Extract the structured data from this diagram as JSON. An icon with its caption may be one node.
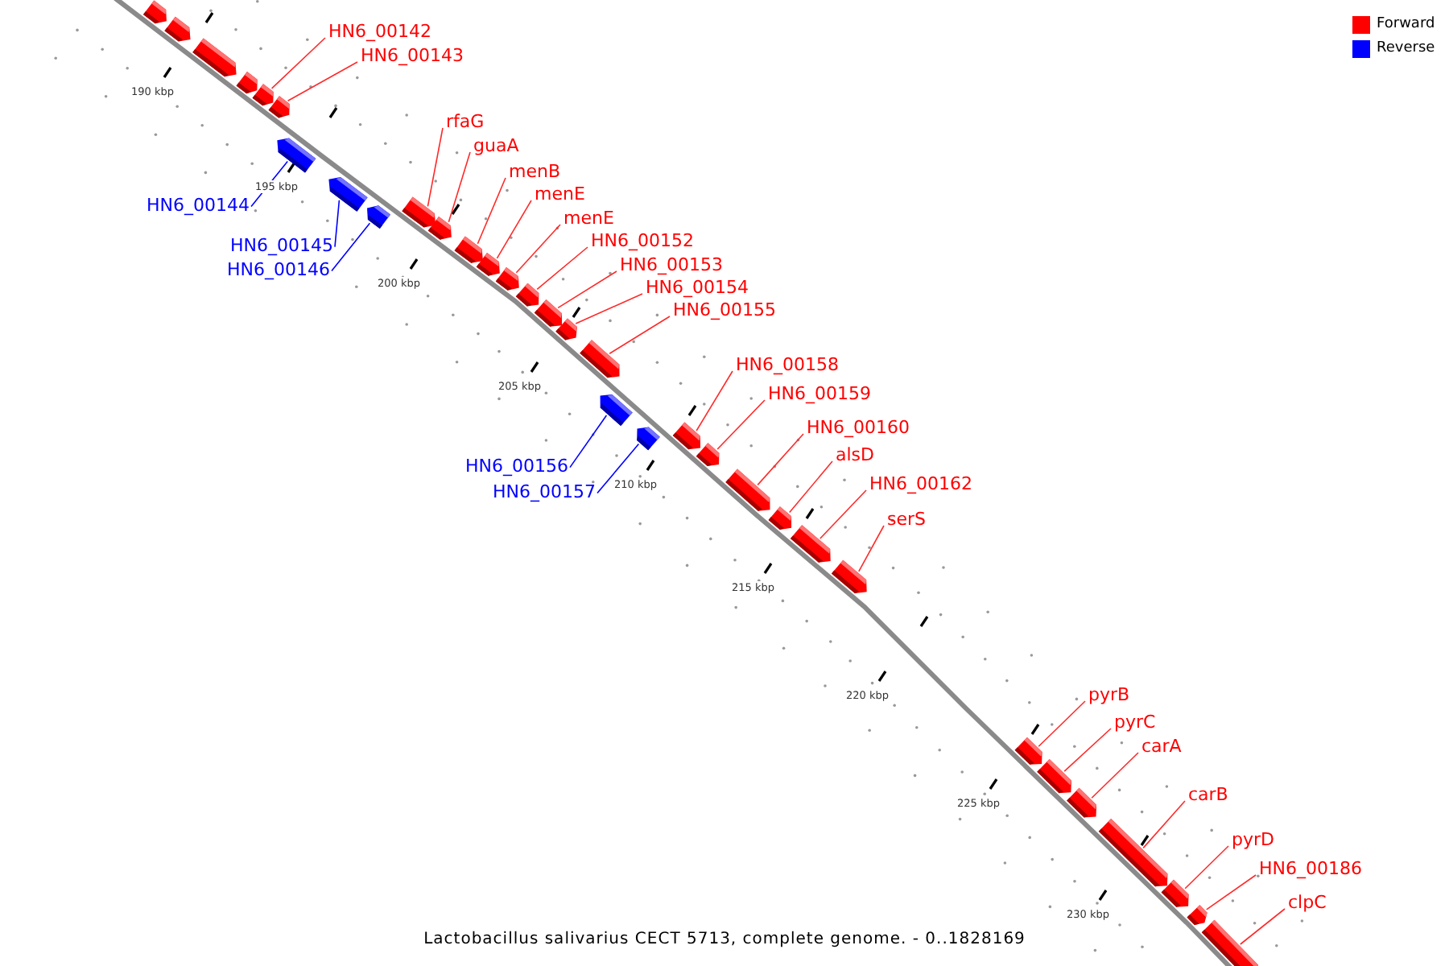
{
  "diagram": {
    "caption": "Lactobacillus salivarius CECT 5713, complete genome. - 0..1828169",
    "nodes": [
      {
        "text": [],
        "shape": "arrow"
      },
      {
        "text": [],
        "shape": "arrow"
      },
      {
        "text": [],
        "shape": "arrow"
      },
      {
        "text": [],
        "shape": "arrow"
      },
      {
        "text": [
          "HN6_00142"
        ]
      },
      {
        "text": [],
        "shape": "arrow"
      },
      {
        "text": [
          "HN6_00143"
        ]
      },
      {
        "text": [],
        "shape": "arrow"
      },
      {
        "text": [
          "HN6_00144"
        ]
      },
      {
        "text": [],
        "shape": "arrow"
      },
      {
        "text": [
          "HN6_00145"
        ]
      },
      {
        "text": [],
        "shape": "arrow"
      },
      {
        "text": [
          "HN6_00146"
        ]
      },
      {
        "text": [],
        "shape": "arrow"
      },
      {
        "text": [
          "rfaG"
        ]
      },
      {
        "text": [],
        "shape": "arrow"
      },
      {
        "text": [
          "guaA"
        ]
      },
      {
        "text": [],
        "shape": "arrow"
      },
      {
        "text": [
          "menB"
        ]
      },
      {
        "text": [],
        "shape": "arrow"
      },
      {
        "text": [
          "menE"
        ]
      },
      {
        "text": [],
        "shape": "arrow"
      },
      {
        "text": [
          "menE"
        ]
      },
      {
        "text": [],
        "shape": "arrow"
      },
      {
        "text": [
          "HN6_00152"
        ]
      },
      {
        "text": [],
        "shape": "arrow"
      },
      {
        "text": [
          "HN6_00153"
        ]
      },
      {
        "text": [],
        "shape": "arrow"
      },
      {
        "text": [
          "HN6_00154"
        ]
      },
      {
        "text": [],
        "shape": "arrow"
      },
      {
        "text": [
          "HN6_00155"
        ]
      },
      {
        "text": [],
        "shape": "arrow"
      },
      {
        "text": [
          "HN6_00156"
        ]
      },
      {
        "text": [],
        "shape": "arrow"
      },
      {
        "text": [
          "HN6_00157"
        ]
      },
      {
        "text": [],
        "shape": "arrow"
      },
      {
        "text": [
          "HN6_00158"
        ]
      },
      {
        "text": [],
        "shape": "arrow"
      },
      {
        "text": [
          "HN6_00159"
        ]
      },
      {
        "text": [],
        "shape": "arrow"
      },
      {
        "text": [
          "HN6_00160"
        ]
      },
      {
        "text": [],
        "shape": "arrow"
      },
      {
        "text": [
          "alsD"
        ]
      },
      {
        "text": [],
        "shape": "arrow"
      },
      {
        "text": [
          "HN6_00162"
        ]
      },
      {
        "text": [],
        "shape": "arrow"
      },
      {
        "text": [
          "serS"
        ]
      },
      {
        "text": [],
        "shape": "arrow"
      },
      {
        "text": [
          "pyrB"
        ]
      },
      {
        "text": [],
        "shape": "arrow"
      },
      {
        "text": [
          "pyrC"
        ]
      },
      {
        "text": [],
        "shape": "arrow"
      },
      {
        "text": [
          "carA"
        ]
      },
      {
        "text": [],
        "shape": "arrow"
      },
      {
        "text": [
          "carB"
        ]
      },
      {
        "text": [],
        "shape": "arrow"
      },
      {
        "text": [
          "pyrD"
        ]
      },
      {
        "text": [],
        "shape": "arrow"
      },
      {
        "text": [
          "HN6_00186"
        ]
      },
      {
        "text": [],
        "shape": "arrow"
      },
      {
        "text": [
          "clpC"
        ]
      },
      {
        "text": [],
        "shape": "arrow"
      }
    ],
    "edges": [
      {
        "from": 4,
        "to": 5,
        "arrow": "none"
      },
      {
        "from": 6,
        "to": 7,
        "arrow": "none"
      },
      {
        "from": 8,
        "to": 9,
        "arrow": "none",
        "color": "#0000ff"
      },
      {
        "from": 10,
        "to": 11,
        "arrow": "none",
        "color": "#0000ff"
      },
      {
        "from": 12,
        "to": 13,
        "arrow": "none",
        "color": "#0000ff"
      },
      {
        "from": 14,
        "to": 15,
        "arrow": "none"
      },
      {
        "from": 16,
        "to": 17,
        "arrow": "none"
      },
      {
        "from": 18,
        "to": 19,
        "arrow": "none"
      },
      {
        "from": 20,
        "to": 21,
        "arrow": "none"
      },
      {
        "from": 22,
        "to": 23,
        "arrow": "none"
      },
      {
        "from": 24,
        "to": 25,
        "arrow": "none"
      },
      {
        "from": 26,
        "to": 27,
        "arrow": "none"
      },
      {
        "from": 28,
        "to": 29,
        "arrow": "none"
      },
      {
        "from": 30,
        "to": 31,
        "arrow": "none"
      },
      {
        "from": 32,
        "to": 33,
        "arrow": "none",
        "color": "#0000ff"
      },
      {
        "from": 34,
        "to": 35,
        "arrow": "none",
        "color": "#0000ff"
      },
      {
        "from": 36,
        "to": 37,
        "arrow": "none"
      },
      {
        "from": 38,
        "to": 39,
        "arrow": "none"
      },
      {
        "from": 40,
        "to": 41,
        "arrow": "none"
      },
      {
        "from": 42,
        "to": 43,
        "arrow": "none"
      },
      {
        "from": 44,
        "to": 45,
        "arrow": "none"
      },
      {
        "from": 46,
        "to": 47,
        "arrow": "none"
      },
      {
        "from": 48,
        "to": 49,
        "arrow": "none"
      },
      {
        "from": 50,
        "to": 51,
        "arrow": "none"
      },
      {
        "from": 52,
        "to": 53,
        "arrow": "none"
      },
      {
        "from": 54,
        "to": 55,
        "arrow": "none"
      },
      {
        "from": 56,
        "to": 57,
        "arrow": "none"
      },
      {
        "from": 58,
        "to": 59,
        "arrow": "none"
      },
      {
        "from": 60,
        "to": 61,
        "arrow": "none"
      }
    ],
    "labels": [
      "190 kbp",
      "195 kbp",
      "200 kbp",
      "205 kbp",
      "210 kbp",
      "215 kbp",
      "220 kbp",
      "225 kbp",
      "230 kbp"
    ],
    "legend": [
      {
        "text": "Forward",
        "color": "#ff0000"
      },
      {
        "text": "Reverse",
        "color": "#0000ff"
      }
    ]
  }
}
